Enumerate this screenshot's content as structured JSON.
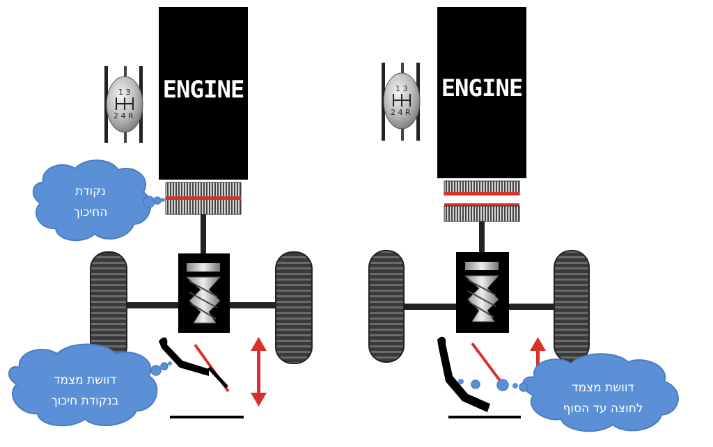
{
  "diagram": {
    "engine_label": "ENGINE",
    "gear_numbers": {
      "top": "1 3",
      "bottom": "2 4 R"
    },
    "left_callout_clutch": {
      "line1": "נקודת",
      "line2": "החיכוך"
    },
    "left_callout_pedal": {
      "line1": "דוושת מצמד",
      "line2": "בנקודת חיכוך"
    },
    "right_callout_pedal": {
      "line1": "דוושת מצמד",
      "line2": "לחוצה עד הסוף"
    },
    "colors": {
      "cloud_fill": "#5b8fd6",
      "cloud_stroke": "#4a7cc2",
      "engine": "#000000",
      "arrow": "#d9302a",
      "clutch_line": "#d9302a"
    }
  }
}
